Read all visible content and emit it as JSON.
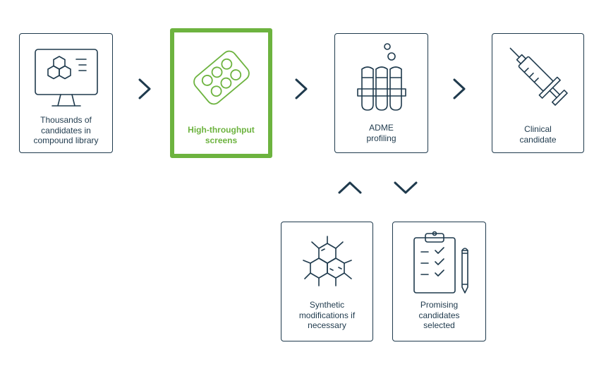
{
  "colors": {
    "navy": "#1f3a4d",
    "green": "#6db33f"
  },
  "steps": [
    {
      "label": "Thousands of\ncandidates in\ncompound library",
      "icon": "monitor-hexagons-icon"
    },
    {
      "label": "High-throughput\nscreens",
      "icon": "blister-pack-icon",
      "highlighted": true
    },
    {
      "label": "ADME\nprofiling",
      "icon": "test-tubes-icon"
    },
    {
      "label": "Clinical\ncandidate",
      "icon": "syringe-icon"
    },
    {
      "label": "Synthetic\nmodifications if\nnecessary",
      "icon": "molecule-icon"
    },
    {
      "label": "Promising\ncandidates\nselected",
      "icon": "clipboard-checklist-icon"
    }
  ],
  "arrows": [
    {
      "icon": "chevron-right-icon"
    },
    {
      "icon": "chevron-right-icon"
    },
    {
      "icon": "chevron-right-icon"
    },
    {
      "icon": "chevron-up-icon"
    },
    {
      "icon": "chevron-down-icon"
    }
  ]
}
